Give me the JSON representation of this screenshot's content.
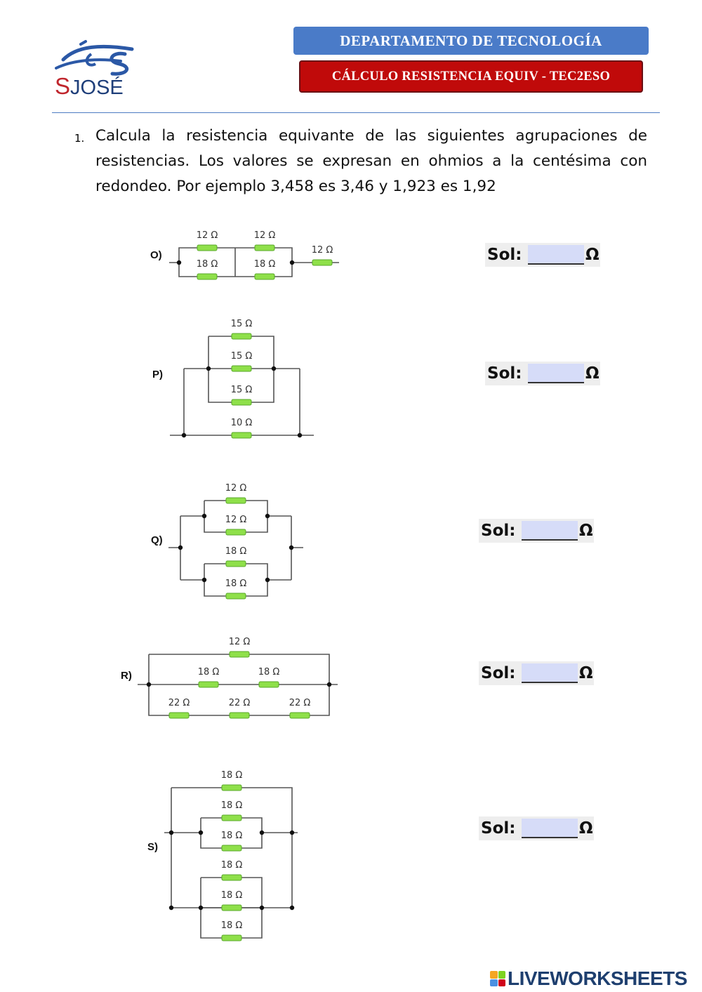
{
  "header": {
    "logo_text": "SJOSÉ",
    "department": "DEPARTAMENTO DE TECNOLOGÍA",
    "worksheet_title": "CÁLCULO RESISTENCIA EQUIV - TEC2ESO"
  },
  "question": {
    "number": "1.",
    "text": "Calcula la resistencia equivante de las siguientes agrupaciones de resistencias. Los valores se expresan en ohmios a la centésima con redondeo. Por ejemplo 3,458 es 3,46 y 1,923 es 1,92"
  },
  "circuits": [
    {
      "id": "O)",
      "resistors": [
        "12 Ω",
        "12 Ω",
        "18 Ω",
        "18 Ω",
        "12 Ω"
      ]
    },
    {
      "id": "P)",
      "resistors": [
        "15 Ω",
        "15 Ω",
        "15 Ω",
        "10 Ω"
      ]
    },
    {
      "id": "Q)",
      "resistors": [
        "12 Ω",
        "12 Ω",
        "18 Ω",
        "18 Ω"
      ]
    },
    {
      "id": "R)",
      "resistors": [
        "12 Ω",
        "18 Ω",
        "18 Ω",
        "22 Ω",
        "22 Ω",
        "22 Ω"
      ]
    },
    {
      "id": "S)",
      "resistors": [
        "18 Ω",
        "18 Ω",
        "18 Ω",
        "18 Ω",
        "18 Ω",
        "18 Ω"
      ]
    }
  ],
  "answers": [
    {
      "label": "Sol:",
      "value": "",
      "unit": "Ω"
    },
    {
      "label": "Sol:",
      "value": "",
      "unit": "Ω"
    },
    {
      "label": "Sol:",
      "value": "",
      "unit": "Ω"
    },
    {
      "label": "Sol:",
      "value": "",
      "unit": "Ω"
    },
    {
      "label": "Sol:",
      "value": "",
      "unit": "Ω"
    }
  ],
  "footer": {
    "brand": "LIVEWORKSHEETS",
    "logo_colors": [
      "#f5a623",
      "#7ed321",
      "#4a90e2",
      "#d0021b"
    ]
  },
  "colors": {
    "resistor_fill": "#8fe04a",
    "header_blue": "#4a7bc8",
    "header_red": "#c00a0a",
    "answer_field": "#d6dcf8"
  }
}
